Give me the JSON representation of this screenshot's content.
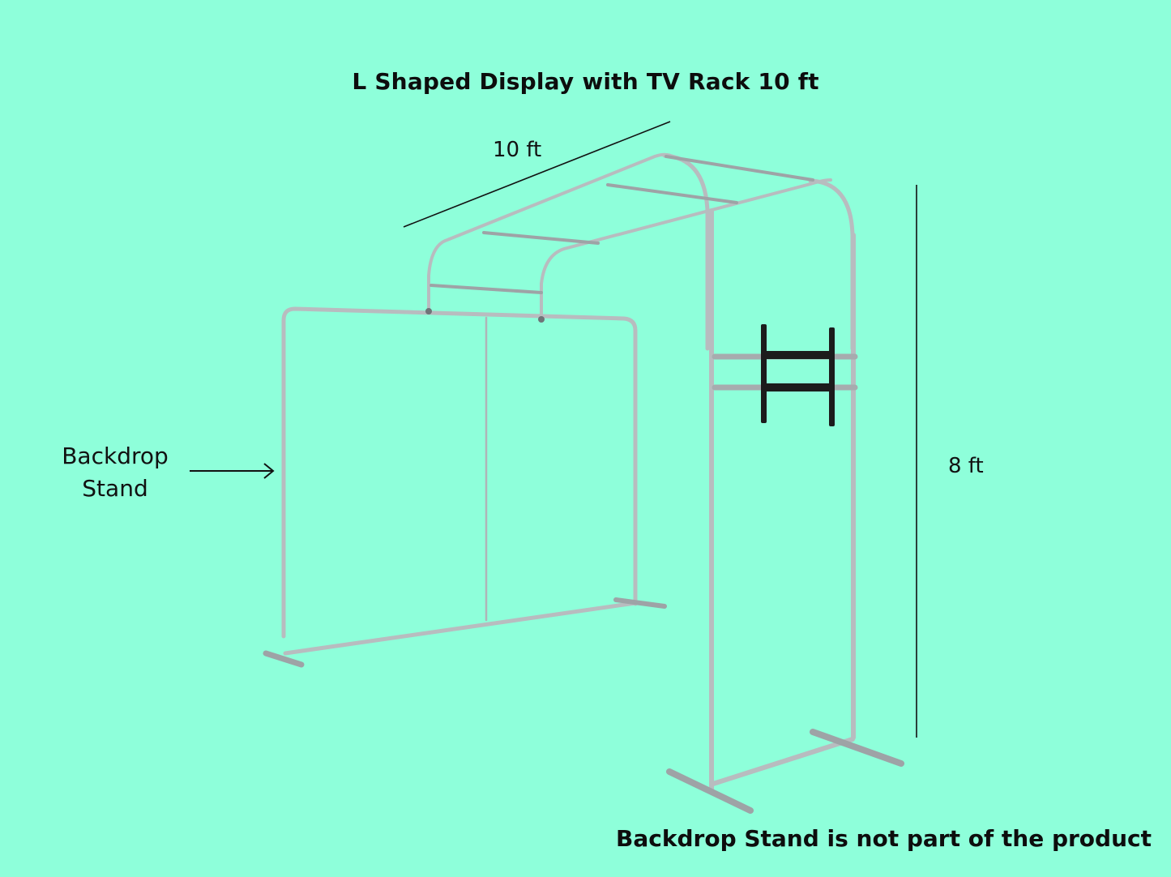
{
  "title": "L Shaped Display with TV Rack 10 ft",
  "dimensions": {
    "width_label": "10 ft",
    "height_label": "8 ft"
  },
  "annotations": {
    "backdrop_line1": "Backdrop",
    "backdrop_line2": "Stand",
    "footer_note": "Backdrop Stand is not part of the product"
  },
  "colors": {
    "background": "#8effda",
    "frame": "#b8bcbf",
    "frame_shadow": "#8a8f93",
    "tv_mount": "#1c1c1c",
    "text": "#0d0d0d"
  }
}
